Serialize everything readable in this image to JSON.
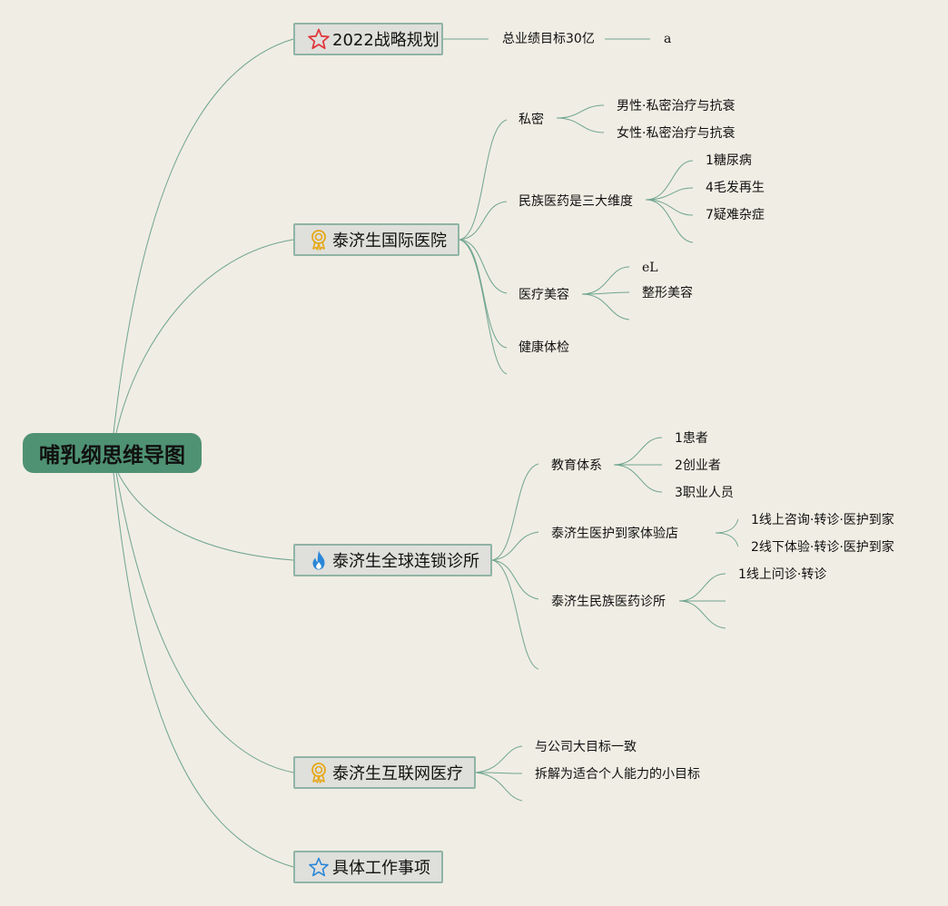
{
  "root": {
    "label": "哺乳纲思维导图"
  },
  "topics": {
    "strategy": {
      "label": "2022战略规划",
      "icon": "red-star-icon",
      "child": "总业绩目标30亿",
      "grandchild": "a"
    },
    "hospital": {
      "label": "泰济生国际医院",
      "icon": "gold-medal-icon",
      "privacy": {
        "label": "私密",
        "items": [
          "男性·私密治疗与抗衰",
          "女性·私密治疗与抗衰"
        ]
      },
      "ethnic": {
        "label": "民族医药是三大维度",
        "items": [
          "1糖尿病",
          "4毛发再生",
          "7疑难杂症"
        ]
      },
      "beauty": {
        "label": "医疗美容",
        "items": [
          "eL",
          "整形美容"
        ]
      },
      "checkup": {
        "label": "健康体检"
      }
    },
    "clinics": {
      "label": "泰济生全球连锁诊所",
      "icon": "flame-icon",
      "education": {
        "label": "教育体系",
        "items": [
          "1患者",
          "2创业者",
          "3职业人员"
        ]
      },
      "homecare": {
        "label": "泰济生医护到家体验店",
        "items": [
          "1线上咨询·转诊·医护到家",
          "2线下体验·转诊·医护到家"
        ]
      },
      "ethnic_clinic": {
        "label": "泰济生民族医药诊所",
        "items": [
          "1线上问诊·转诊"
        ]
      }
    },
    "internet": {
      "label": "泰济生互联网医疗",
      "icon": "gold-medal-icon",
      "items": [
        "与公司大目标一致",
        "拆解为适合个人能力的小目标"
      ]
    },
    "tasks": {
      "label": "具体工作事项",
      "icon": "blue-star-icon"
    }
  },
  "colors": {
    "root": "#4f9273",
    "background": "#f0ede4",
    "line": "#6fa590",
    "topic_fill": "#dfdfdb",
    "topic_border": "#8fb4a6"
  }
}
